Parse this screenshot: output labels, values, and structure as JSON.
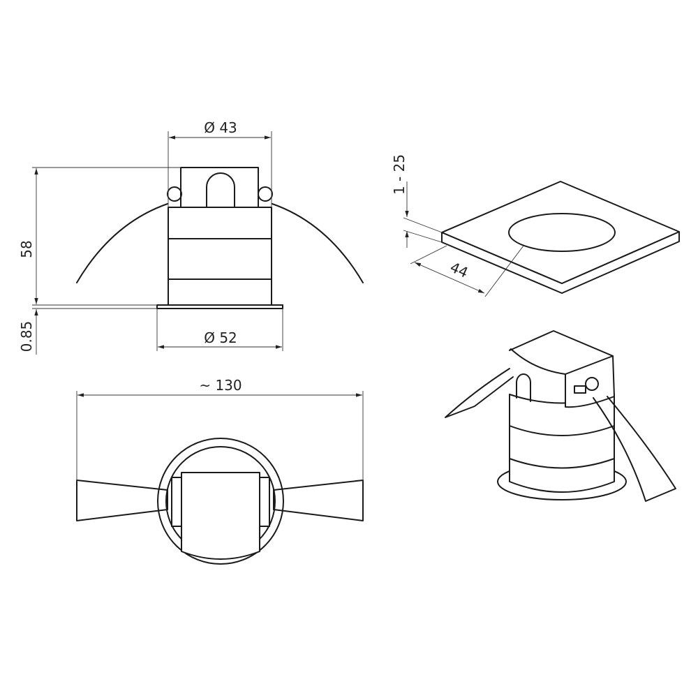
{
  "dimensions": {
    "top_diameter": "Ø 43",
    "height": "58",
    "flange_thickness": "0.85",
    "flange_diameter": "Ø 52",
    "total_width": "~ 130",
    "ceiling_thickness": "1 - 25",
    "cutout": "44"
  },
  "colors": {
    "line": "#1a1a1a",
    "background": "#ffffff"
  }
}
